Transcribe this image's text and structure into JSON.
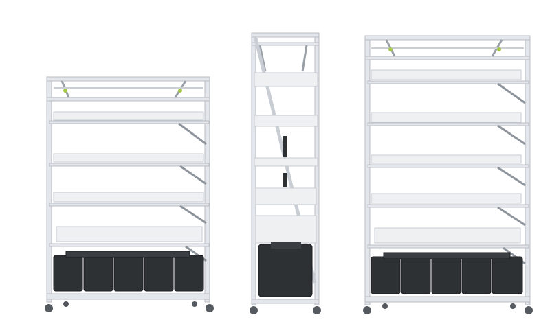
{
  "scene": {
    "background": "#ffffff",
    "frame_color": "#e3e6ea",
    "frame_edge": "#b9bec5",
    "shelf_color": "#eef0f2",
    "shelf_edge": "#c7ccd2",
    "accent_color": "#a6c94a",
    "tank_color": "#2e3134",
    "wheel_color": "#555a60"
  },
  "racks": [
    {
      "id": "rack-left",
      "view": "front",
      "shelf_count": 5,
      "tank_count": 5
    },
    {
      "id": "rack-middle",
      "view": "side",
      "shelf_count": 5,
      "tank_count": 1
    },
    {
      "id": "rack-right",
      "view": "front",
      "shelf_count": 5,
      "tank_count": 5
    }
  ]
}
